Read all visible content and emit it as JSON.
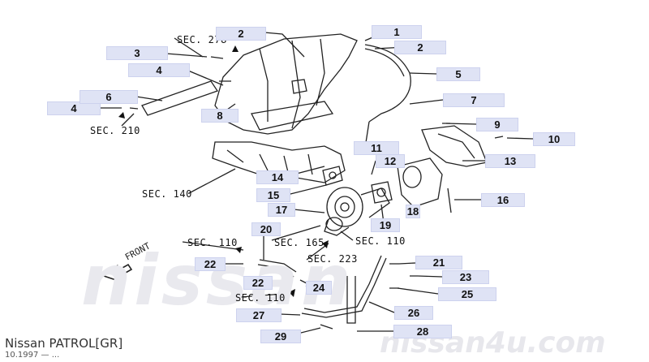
{
  "watermarks": {
    "center": "nissan",
    "bottom": "nissan4u.com"
  },
  "footer": {
    "model": "Nissan PATROL[GR]",
    "date": "10.1997 — ..."
  },
  "front_label": "FRONT",
  "section_refs": {
    "sec278": "SEC. 278",
    "sec210": "SEC. 210",
    "sec140": "SEC. 140",
    "sec110_a": "SEC. 110",
    "sec165": "SEC. 165",
    "sec110_b": "SEC. 110",
    "sec223": "SEC. 223",
    "sec110_c": "SEC. 110"
  },
  "callouts": [
    {
      "id": "c1",
      "num": "1"
    },
    {
      "id": "c2a",
      "num": "2"
    },
    {
      "id": "c2b",
      "num": "2"
    },
    {
      "id": "c3",
      "num": "3"
    },
    {
      "id": "c4a",
      "num": "4"
    },
    {
      "id": "c4b",
      "num": "4"
    },
    {
      "id": "c5",
      "num": "5"
    },
    {
      "id": "c6",
      "num": "6"
    },
    {
      "id": "c7",
      "num": "7"
    },
    {
      "id": "c8",
      "num": "8"
    },
    {
      "id": "c9",
      "num": "9"
    },
    {
      "id": "c10",
      "num": "10"
    },
    {
      "id": "c11",
      "num": "11"
    },
    {
      "id": "c12",
      "num": "12"
    },
    {
      "id": "c13",
      "num": "13"
    },
    {
      "id": "c14",
      "num": "14"
    },
    {
      "id": "c15",
      "num": "15"
    },
    {
      "id": "c16",
      "num": "16"
    },
    {
      "id": "c17",
      "num": "17"
    },
    {
      "id": "c18",
      "num": "18"
    },
    {
      "id": "c19",
      "num": "19"
    },
    {
      "id": "c20",
      "num": "20"
    },
    {
      "id": "c21",
      "num": "21"
    },
    {
      "id": "c22a",
      "num": "22"
    },
    {
      "id": "c22b",
      "num": "22"
    },
    {
      "id": "c23",
      "num": "23"
    },
    {
      "id": "c24",
      "num": "24"
    },
    {
      "id": "c25",
      "num": "25"
    },
    {
      "id": "c26",
      "num": "26"
    },
    {
      "id": "c27",
      "num": "27"
    },
    {
      "id": "c28",
      "num": "28"
    },
    {
      "id": "c29",
      "num": "29"
    }
  ]
}
